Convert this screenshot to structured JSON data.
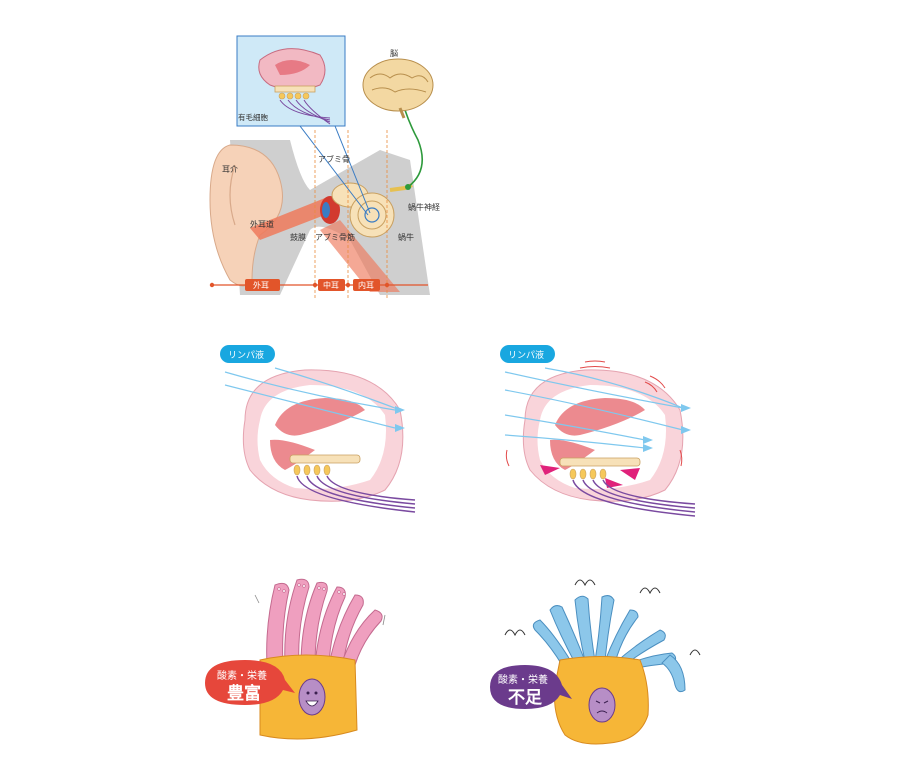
{
  "ear": {
    "labels": {
      "hair_cell": "有毛細胞",
      "brain": "脳",
      "auricle": "耳介",
      "outer_canal": "外耳道",
      "stirrup_bone": "アブミ骨",
      "eardrum": "鼓膜",
      "stirrup_muscle": "アブミ骨筋",
      "cochlea": "蝸牛",
      "nerve": "蝸牛神経"
    },
    "zones": [
      "外耳",
      "中耳",
      "内耳"
    ]
  },
  "cochlea_panels": {
    "lymph_label": "リンパ液"
  },
  "anemone": {
    "healthy": {
      "line1": "酸素・栄養",
      "line2": "豊富"
    },
    "deficient": {
      "line1": "酸素・栄養",
      "line2": "不足"
    }
  },
  "colors": {
    "accent_orange": "#e2552a",
    "pill_blue": "#19a7e0",
    "bubble_red": "#e6473b",
    "bubble_purple": "#6b3b8c",
    "tentacle_pink": "#ef9fbf",
    "tentacle_blue": "#8cc7ea",
    "body_yellow": "#f6b637"
  },
  "icons": [
    "ear-diagram",
    "brain-icon",
    "cochlea-icon",
    "anemone-healthy",
    "anemone-tired"
  ]
}
